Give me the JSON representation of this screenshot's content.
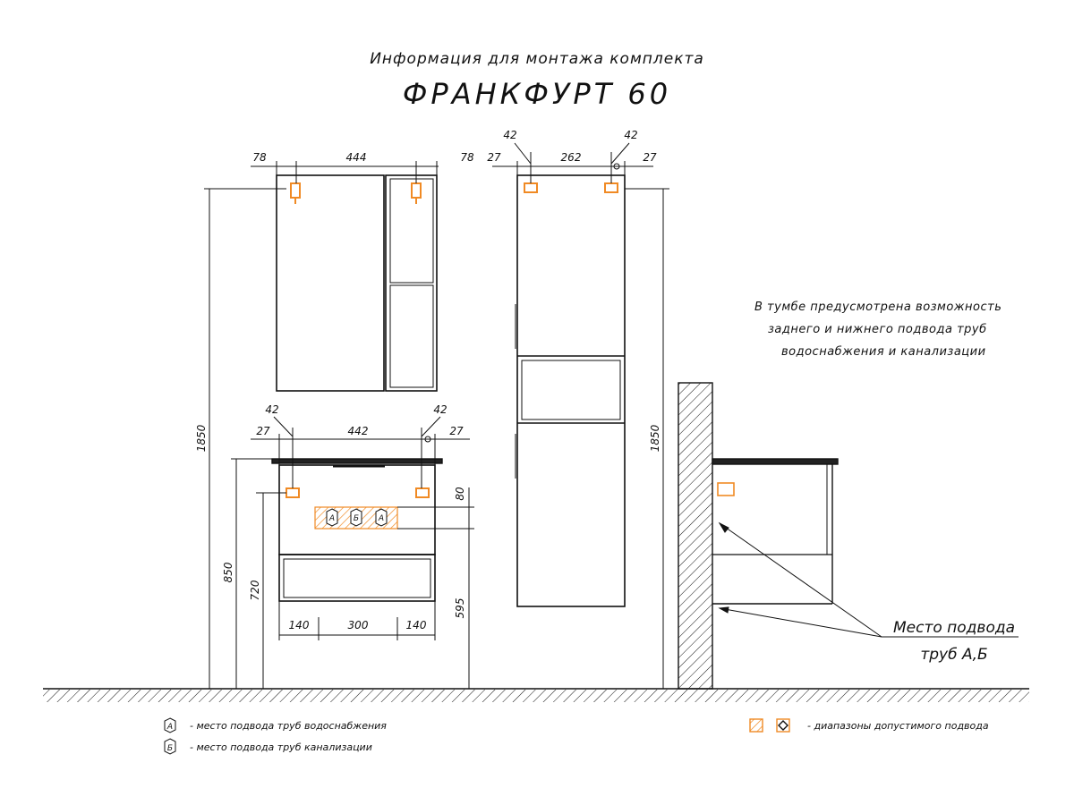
{
  "header": {
    "subtitle": "Информация для монтажа комплекта",
    "title": "ФРАНКФУРТ 60"
  },
  "mirror": {
    "dim_left": "78",
    "dim_mid": "444",
    "dim_right": "78",
    "height": "1850"
  },
  "vanity": {
    "dim_top_42_left": "42",
    "dim_top_42_right": "42",
    "dim_left": "27",
    "dim_mid": "442",
    "dim_right": "27",
    "dim_80": "80",
    "dim_850": "850",
    "dim_720": "720",
    "dim_595": "595",
    "dim_b_left": "140",
    "dim_b_mid": "300",
    "dim_b_right": "140",
    "markers": [
      "А",
      "Б",
      "А"
    ]
  },
  "column": {
    "dim_42_left": "42",
    "dim_42_right": "42",
    "dim_left": "27",
    "dim_mid": "262",
    "dim_right": "27",
    "height": "1850"
  },
  "side_note": {
    "lines": [
      "В тумбе предусмотрена возможность",
      "заднего и нижнего подвода труб",
      "водоснабжения и канализации"
    ]
  },
  "connection_label": {
    "line1": "Место подвода",
    "line2": "труб А,Б"
  },
  "legend": {
    "a_symbol": "А",
    "a_text": "- место подвода труб водоснабжения",
    "b_symbol": "Б",
    "b_text": "- место подвода труб канализации",
    "range_text": "- диапазоны допустимого подвода"
  },
  "colors": {
    "line": "#111111",
    "accent": "#f08a24",
    "background": "#ffffff"
  }
}
